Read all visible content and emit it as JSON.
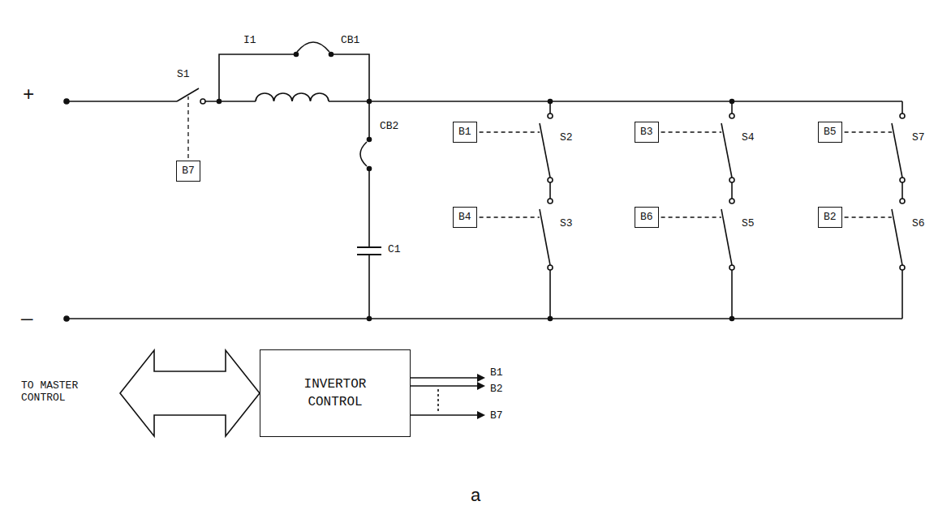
{
  "diagram": {
    "caption": "a",
    "nodes": [
      {
        "text": [
          "B1"
        ]
      },
      {
        "text": [
          "B3"
        ]
      },
      {
        "text": [
          "B5"
        ]
      },
      {
        "text": [
          "B7"
        ]
      },
      {
        "text": [
          "B4"
        ]
      },
      {
        "text": [
          "B6"
        ]
      },
      {
        "text": [
          "B2"
        ]
      },
      {
        "text": [
          "INVERTOR CONTROL"
        ]
      }
    ],
    "labels": [
      "+",
      "—",
      "S1",
      "I1",
      "CB1",
      "CB2",
      "C1",
      "S2",
      "S3",
      "S4",
      "S5",
      "S7",
      "S6",
      "TO MASTER CONTROL",
      "B1",
      "B2",
      "B7"
    ]
  }
}
